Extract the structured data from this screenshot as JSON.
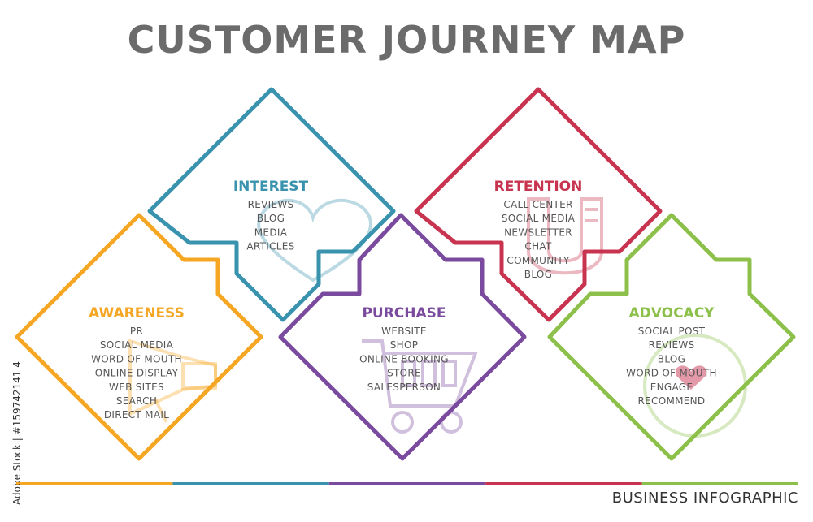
{
  "title": "CUSTOMER JOURNEY MAP",
  "footer_label": "BUSINESS INFOGRAPHIC",
  "watermark_side": "Adobe Stock | #159742141 4",
  "stages": [
    {
      "key": "awareness",
      "title": "AWARENESS",
      "color": "#f5a623",
      "icon": "megaphone-icon",
      "items": [
        "PR",
        "SOCIAL MEDIA",
        "WORD OF MOUTH",
        "ONLINE DISPLAY",
        "WEB SITES",
        "SEARCH",
        "DIRECT MAIL"
      ]
    },
    {
      "key": "interest",
      "title": "INTEREST",
      "color": "#3a93ae",
      "icon": "heart-icon",
      "items": [
        "REVIEWS",
        "BLOG",
        "MEDIA",
        "ARTICLES"
      ]
    },
    {
      "key": "purchase",
      "title": "PURCHASE",
      "color": "#7a4a9e",
      "icon": "shopping-cart-icon",
      "items": [
        "WEBSITE",
        "SHOP",
        "ONLINE BOOKING",
        "STORE",
        "SALESPERSON"
      ]
    },
    {
      "key": "retention",
      "title": "RETENTION",
      "color": "#c8344f",
      "icon": "magnet-icon",
      "items": [
        "CALL CENTER",
        "SOCIAL MEDIA",
        "NEWSLETTER",
        "CHAT",
        "COMMUNITY",
        "BLOG"
      ]
    },
    {
      "key": "advocacy",
      "title": "ADVOCACY",
      "color": "#8dc04b",
      "icon": "heart-badge-icon",
      "items": [
        "SOCIAL POST",
        "REVIEWS",
        "BLOG",
        "WORD OF MOUTH",
        "ENGAGE",
        "RECOMMEND"
      ]
    }
  ],
  "timeline_colors": [
    "#f5a623",
    "#3a93ae",
    "#7a4a9e",
    "#c8344f",
    "#8dc04b"
  ]
}
